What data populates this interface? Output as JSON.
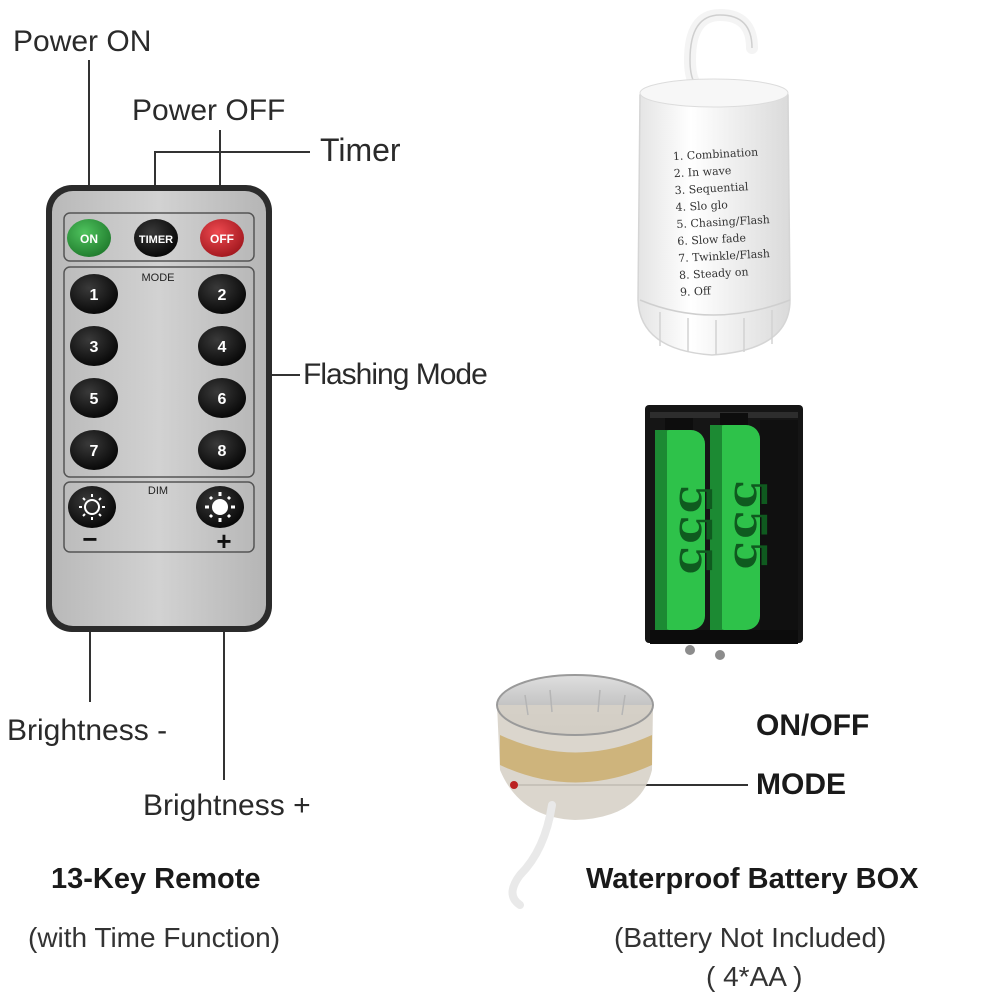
{
  "remote": {
    "callouts": {
      "power_on": "Power ON",
      "power_off": "Power OFF",
      "timer": "Timer",
      "flashing_mode": "Flashing Mode",
      "brightness_minus": "Brightness -",
      "brightness_plus": "Brightness +"
    },
    "buttons": {
      "on": "ON",
      "timer": "TIMER",
      "off": "OFF",
      "mode_label": "MODE",
      "dim_label": "DIM",
      "numbers": [
        "1",
        "2",
        "3",
        "4",
        "5",
        "6",
        "7",
        "8"
      ],
      "minus": "−",
      "plus": "+"
    },
    "title": "13-Key Remote",
    "subtitle": "(with Time Function)"
  },
  "battery_box": {
    "mode_list": [
      "1. Combination",
      "2. In wave",
      "3. Sequential",
      "4. Slo glo",
      "5. Chasing/Flash",
      "6. Slow fade",
      "7. Twinkle/Flash",
      "8. Steady on",
      "9. Off"
    ],
    "battery_print": [
      "555",
      "555"
    ],
    "switch_labels": {
      "on_off": "ON/OFF",
      "mode": "MODE"
    },
    "title": "Waterproof Battery BOX",
    "subtitle": "(Battery Not Included)",
    "battery_spec": "( 4*AA )"
  },
  "colors": {
    "on_button": "#2e9a3e",
    "off_button": "#c8232b",
    "key_black": "#111111",
    "remote_body": "#c9c9c9",
    "battery_green": "#2ec24a"
  }
}
